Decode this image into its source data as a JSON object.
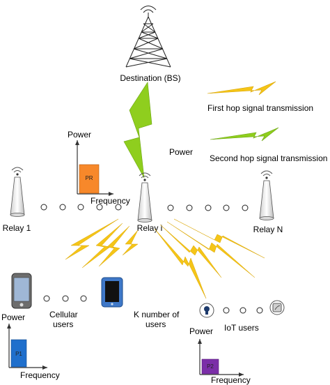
{
  "destination": {
    "label": "Destination (BS)"
  },
  "legend": {
    "first_hop": {
      "label": "First hop signal transmission",
      "color": "#f5c518"
    },
    "second_hop": {
      "label": "Second hop signal transmission",
      "color": "#8fce1e"
    }
  },
  "relays": {
    "relay_1": "Relay 1",
    "relay_i": "Relay i",
    "relay_n": "Relay N"
  },
  "relay_power_chart": {
    "y_label": "Power",
    "x_label": "Frequency",
    "bar_label": "PR",
    "bar_color": "#f7882a"
  },
  "relay_power_label": "Power",
  "cellular": {
    "label_line1": "Cellular",
    "label_line2": "users",
    "chart": {
      "y_label": "Power",
      "x_label": "Frequency",
      "bar_label": "P1",
      "bar_color": "#1f6fcc"
    }
  },
  "k_users": {
    "line1": "K number of",
    "line2": "users"
  },
  "iot": {
    "label": "IoT users",
    "chart": {
      "y_label": "Power",
      "x_label": "Frequency",
      "bar_label": "P2",
      "bar_color": "#7b2ea8"
    }
  },
  "icons": [
    "tower-icon",
    "antenna-icon",
    "phone-icon",
    "tablet-icon",
    "bulb-icon",
    "iot-device-icon",
    "lightning-icon"
  ]
}
